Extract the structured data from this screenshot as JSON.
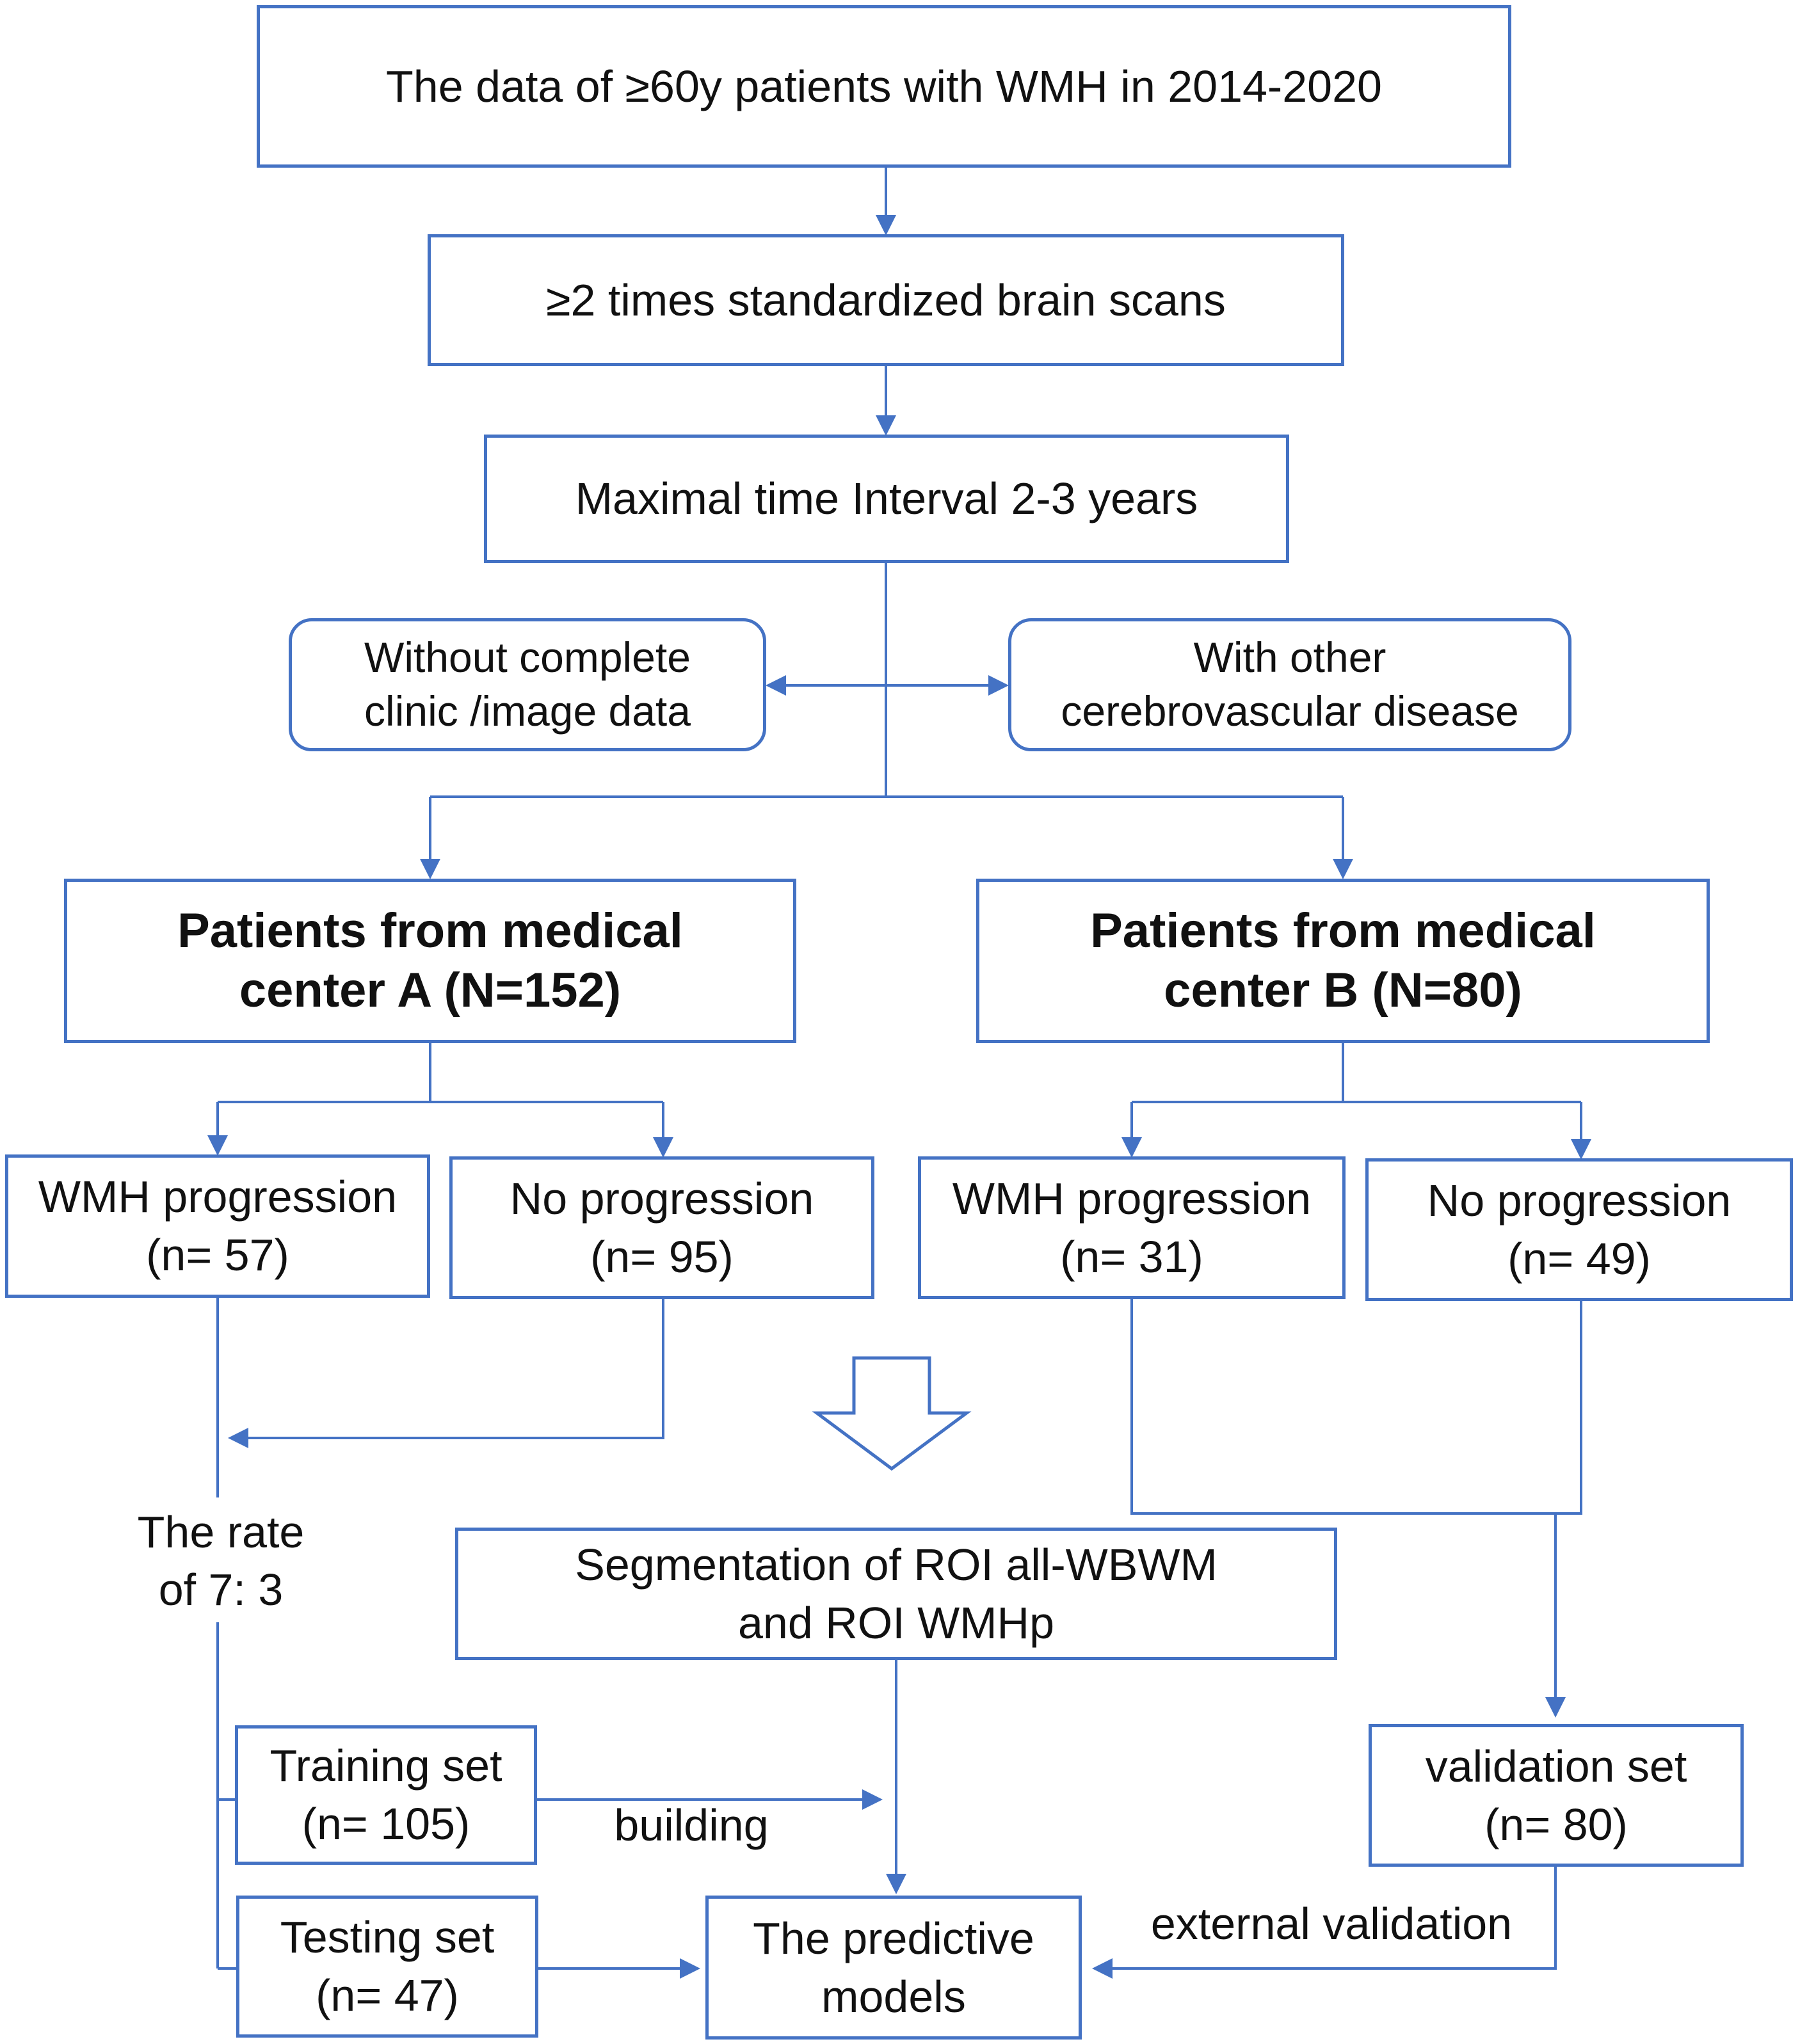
{
  "colors": {
    "line": "#4472c4",
    "text": "#111111",
    "background": "#ffffff"
  },
  "boxes": {
    "source_data": "The data of ≥60y patients with WMH in 2014-2020",
    "brain_scans": "≥2 times standardized brain scans",
    "time_interval": "Maximal time Interval 2-3 years",
    "exclusion_incomplete": "Without complete\nclinic /image data",
    "exclusion_cerebro": "With other\ncerebrovascular disease",
    "center_a": "Patients from medical\ncenter A  (N=152)",
    "center_b": "Patients from medical\ncenter B (N=80)",
    "a_progression": "WMH progression\n(n= 57)",
    "a_no_progression": "No progression\n(n= 95)",
    "b_progression": "WMH progression\n(n= 31)",
    "b_no_progression": "No progression\n(n= 49)",
    "segmentation": "Segmentation of ROI all-WBWM\nand ROI WMHp",
    "training_set": "Training set\n(n= 105)",
    "testing_set": "Testing set\n(n= 47)",
    "validation_set": "validation set\n(n= 80)",
    "predictive_models": "The predictive\nmodels"
  },
  "labels": {
    "split_rate": "The rate\nof 7: 3",
    "building": "building",
    "external_validation": "external validation"
  },
  "icons": {
    "flow_arrow": "hollow-down-arrow-icon"
  }
}
